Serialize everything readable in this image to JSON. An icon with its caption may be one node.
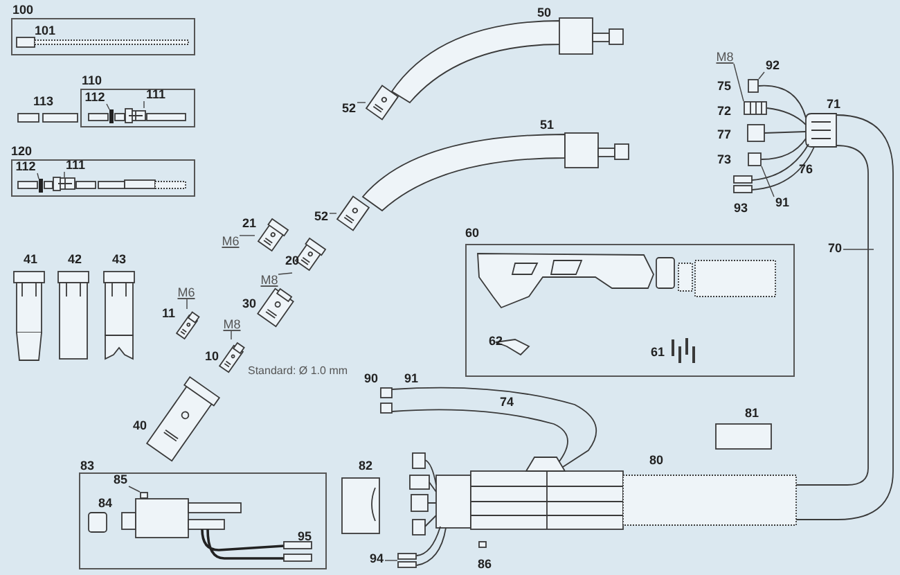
{
  "diagram": {
    "nodes": [
      {
        "text": [
          "100"
        ]
      },
      {
        "text": [
          "110"
        ]
      },
      {
        "text": [
          "120"
        ]
      },
      {
        "text": [
          "112"
        ],
        "in": 1
      },
      {
        "text": [
          "111"
        ],
        "in": 1
      },
      {
        "text": [
          "112"
        ],
        "in": 2
      },
      {
        "text": [
          "111"
        ],
        "in": 2
      },
      {
        "text": [
          "52"
        ]
      },
      {
        "text": [
          "52"
        ]
      },
      {
        "text": [
          "M6"
        ]
      },
      {
        "text": [
          "M8"
        ]
      },
      {
        "text": [
          "M6"
        ]
      },
      {
        "text": [
          "M8"
        ]
      },
      {
        "text": [
          "60"
        ]
      },
      {
        "text": [
          "M8"
        ]
      },
      {
        "text": [
          "92"
        ]
      },
      {
        "text": [
          "91"
        ]
      },
      {
        "text": [
          "70"
        ]
      },
      {
        "text": [
          "83"
        ]
      },
      {
        "text": [
          "85"
        ],
        "in": 18
      },
      {
        "text": [
          "94"
        ]
      },
      {
        "text": [],
        "shape": "bar",
        "in": 1
      },
      {
        "text": [],
        "shape": "picture",
        "in": 1
      },
      {
        "text": [],
        "shape": "bar",
        "in": 2
      },
      {
        "text": [],
        "shape": "picture",
        "in": 2
      },
      {
        "text": [],
        "shape": "picture"
      },
      {
        "text": [],
        "shape": "picture"
      },
      {
        "text": [],
        "shape": "picture"
      },
      {
        "text": [],
        "shape": "picture"
      },
      {
        "text": [],
        "shape": "picture"
      },
      {
        "text": [],
        "shape": "picture"
      },
      {
        "text": [],
        "shape": "box"
      },
      {
        "text": [],
        "shape": "picture"
      },
      {
        "text": [],
        "shape": "box"
      },
      {
        "text": [],
        "shape": "box",
        "in": 18
      },
      {
        "text": [],
        "shape": "picture"
      }
    ],
    "edges": [
      {
        "from": 3,
        "to": 21,
        "arrow": "none"
      },
      {
        "from": 4,
        "to": 22,
        "arrow": "none"
      },
      {
        "from": 5,
        "to": 23,
        "arrow": "none"
      },
      {
        "from": 6,
        "to": 24,
        "arrow": "none"
      },
      {
        "from": 7,
        "to": 25,
        "arrow": "none"
      },
      {
        "from": 8,
        "to": 26,
        "arrow": "none"
      },
      {
        "from": 9,
        "to": 27,
        "arrow": "none"
      },
      {
        "from": 10,
        "to": 28,
        "arrow": "none"
      },
      {
        "from": 11,
        "to": 29,
        "arrow": "none"
      },
      {
        "from": 12,
        "to": 30,
        "arrow": "none"
      },
      {
        "from": 14,
        "to": 32,
        "arrow": "none"
      },
      {
        "from": 15,
        "to": 31,
        "arrow": "none"
      },
      {
        "from": 16,
        "to": 33,
        "arrow": "none"
      },
      {
        "from": 17,
        "to": null,
        "arrow": "none"
      },
      {
        "from": 19,
        "to": 34,
        "arrow": "none"
      },
      {
        "from": 20,
        "to": 35,
        "arrow": "none"
      }
    ],
    "labels": [
      "101",
      "113",
      "50",
      "75",
      "71",
      "72",
      "77",
      "51",
      "73",
      "76",
      "93",
      "21",
      "41",
      "42",
      "43",
      "20",
      "30",
      "11",
      "10",
      "Standard: Ø 1.0 mm",
      "62",
      "61",
      "90",
      "91",
      "74",
      "81",
      "40",
      "80",
      "82",
      "84",
      "95",
      "86"
    ]
  }
}
